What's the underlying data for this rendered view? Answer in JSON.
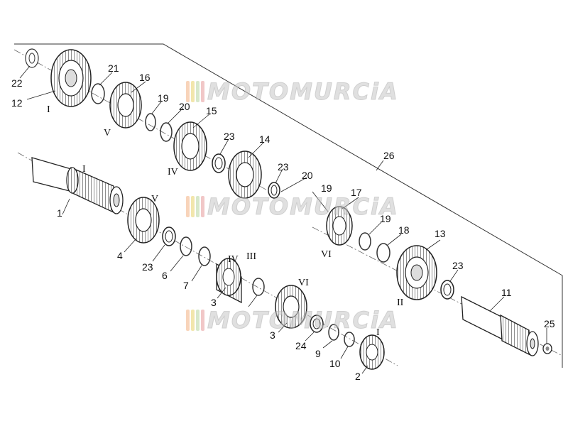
{
  "watermark": {
    "text": "MOTOMURCiA"
  },
  "callouts": {
    "n1": "1",
    "n2": "2",
    "n3": "3",
    "n3b": "3",
    "n4": "4",
    "n6": "6",
    "n7": "7",
    "n9": "9",
    "n10": "10",
    "n11": "11",
    "n12": "12",
    "n13": "13",
    "n14": "14",
    "n15": "15",
    "n16": "16",
    "n17": "17",
    "n18": "18",
    "n19a": "19",
    "n19b": "19",
    "n19c": "19",
    "n20a": "20",
    "n20b": "20",
    "n21": "21",
    "n22": "22",
    "n23a": "23",
    "n23b": "23",
    "n23c": "23",
    "n23d": "23",
    "n24": "24",
    "n25": "25",
    "n26": "26"
  },
  "gear_marks": {
    "r1a": "I",
    "r1b": "I",
    "r1c": "I",
    "r2": "II",
    "r3": "III",
    "r4a": "IV",
    "r4b": "IV",
    "r5a": "V",
    "r5b": "V",
    "r6a": "VI",
    "r6b": "VI"
  }
}
